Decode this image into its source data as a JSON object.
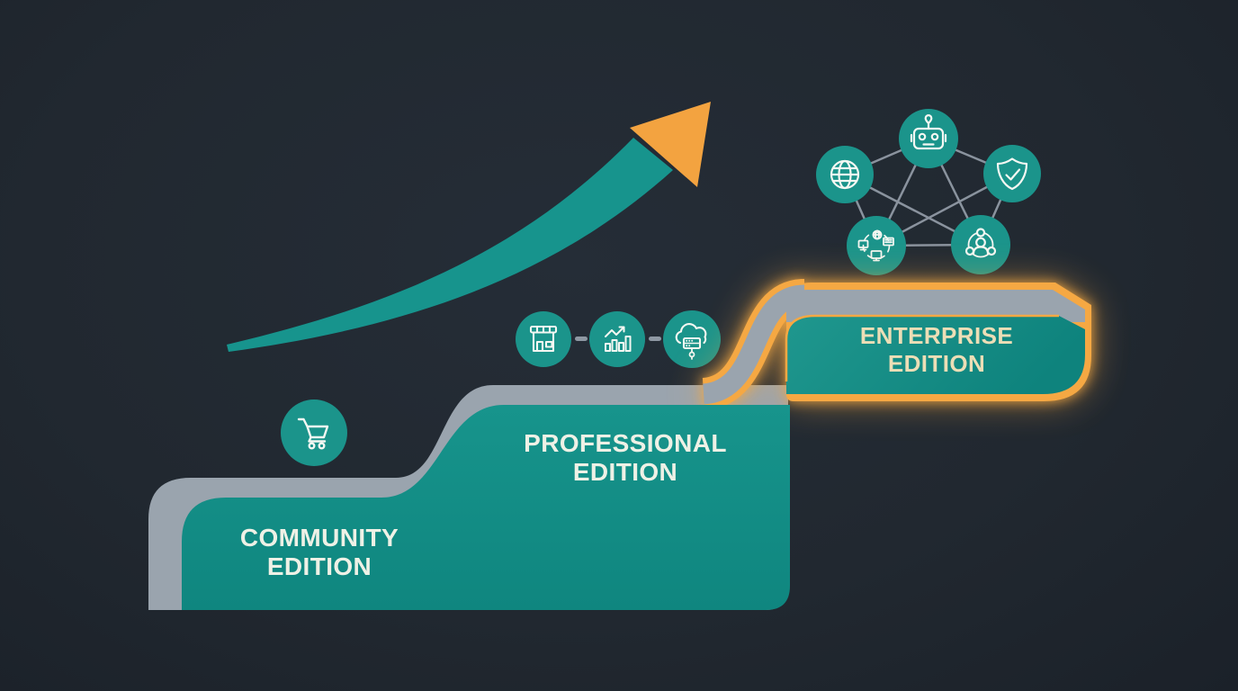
{
  "diagram": {
    "title_implied": "Edition growth staircase",
    "steps": [
      {
        "id": "community",
        "label": [
          "COMMUNITY",
          "EDITION"
        ],
        "icons": [
          "shopping-cart"
        ],
        "highlighted": false
      },
      {
        "id": "professional",
        "label": [
          "PROFESSIONAL",
          "EDITION"
        ],
        "icons": [
          "storefront",
          "growth-chart",
          "cloud-server"
        ],
        "highlighted": false
      },
      {
        "id": "enterprise",
        "label": [
          "ENTERPRISE",
          "EDITION"
        ],
        "icons": [
          "globe",
          "robot-ai",
          "shield-check",
          "device-network",
          "user-group"
        ],
        "highlighted": true
      }
    ],
    "decorations": [
      "growth-arrow"
    ],
    "colors": {
      "background": "#212830",
      "teal": "#14918A",
      "teal_circle": "#1B948B",
      "gray_band": "#9AA4AE",
      "orange_accent": "#F5A843",
      "text_light": "#EEF1E6",
      "text_gold": "#ECDEB6",
      "icon_stroke": "#F4F7F2",
      "connector_line": "#8A939E"
    }
  }
}
